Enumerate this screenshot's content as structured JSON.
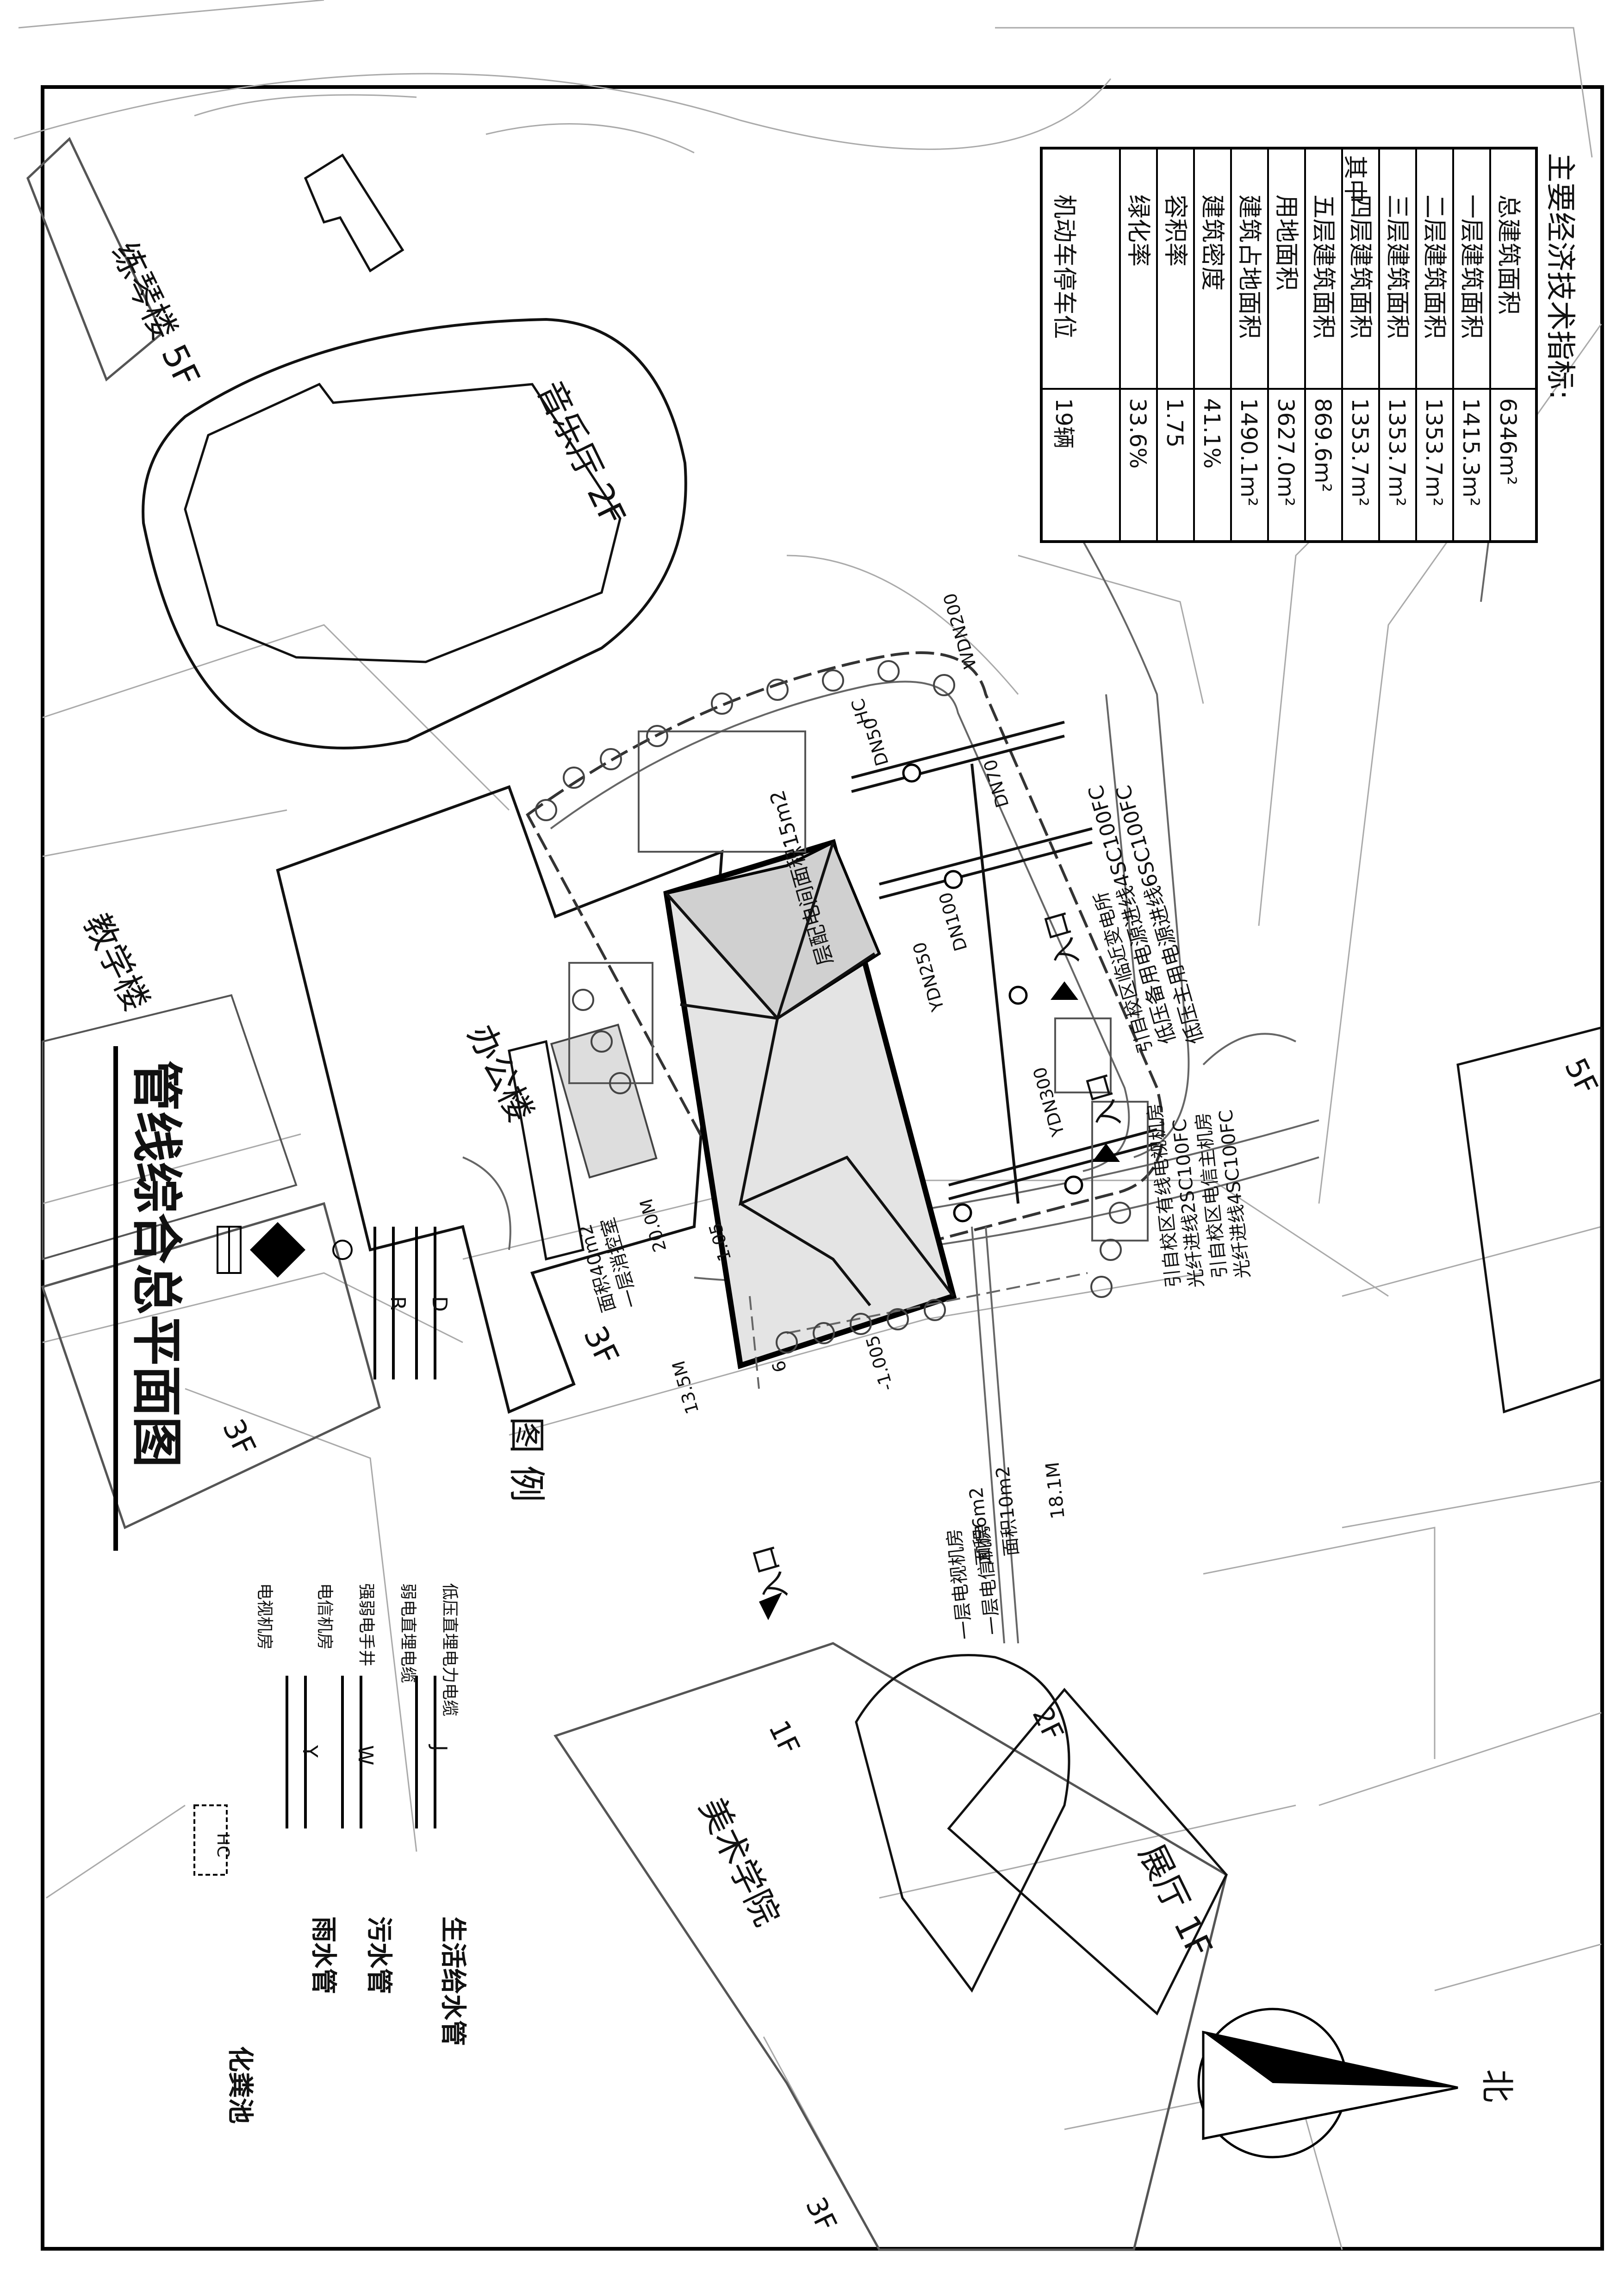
{
  "drawing": {
    "title": "管线综合总平面图",
    "north_label": "北"
  },
  "buildings": {
    "piano": "练琴楼 5F",
    "music": "音乐厅 2F",
    "teaching": "教学楼",
    "teaching_floors": "3F",
    "office": "办公楼",
    "office_floors": "3F",
    "east_floors": "5F",
    "art_college": "美术学院",
    "art_1f": "1F",
    "art_2f": "2F",
    "art_3f": "3F",
    "exhibition": "展厅 1F"
  },
  "site_notes": {
    "entrance_1": "入口",
    "entrance_2": "入口",
    "entrance_3": "入口",
    "dim_20": "20.0M",
    "dim_13": "13.5M",
    "dim_18": "18.1M",
    "dim_6": "6",
    "elev": "-1.005",
    "n105": "1.05",
    "pipe_dn100": "DN100",
    "pipe_dn70": "DN70",
    "pipe_wdn200": "WDN200",
    "pipe_ydn300": "YDN300",
    "pipe_ydn250": "YDN250",
    "pipe_dn50": "DN50",
    "mh_hc": "HC",
    "substation": "层配电间面积15m2",
    "fire_control": "一层消控室",
    "fire_area": "面积40m2",
    "telecom_room": "一层电信机房",
    "telecom_area": "面积10m2",
    "tv_room": "一层电视机房",
    "tv_area": "面积6m2",
    "cable_low": "低压主用电源进线6SC100FC",
    "cable_backup": "低压备用电源进线4SC100FC",
    "cable_low_src": "引自校区临近变电所",
    "cable_fiber": "光纤进线4SC100FC",
    "cable_fiber_src": "引自校区电信主机房",
    "cable_tv": "光纤进线2SC100FC",
    "cable_tv_src": "引自校区有线电视机房"
  },
  "indicators": {
    "title": "主要经济技术指标:",
    "rows": [
      {
        "label": "总建筑面积",
        "value": "6346m²"
      },
      {
        "label": "一层建筑面积",
        "value": "1415.3m²"
      },
      {
        "label": "二层建筑面积",
        "value": "1353.7m²"
      },
      {
        "label": "三层建筑面积",
        "value": "1353.7m²"
      },
      {
        "label": "四层建筑面积",
        "value": "1353.7m²"
      },
      {
        "label": "五层建筑面积",
        "value": "869.6m²"
      },
      {
        "label": "用地面积",
        "value": "3627.0m²"
      },
      {
        "label": "建筑占地面积",
        "value": "1490.1m²"
      },
      {
        "label": "建筑密度",
        "value": "41.1%"
      },
      {
        "label": "容积率",
        "value": "1.75"
      },
      {
        "label": "绿化率",
        "value": "33.6%"
      },
      {
        "label": "机动车停车位",
        "value": "19辆"
      }
    ],
    "group_label": "其中"
  },
  "legend": {
    "title": "图 例",
    "items": [
      {
        "code": "J",
        "label": "生活给水管"
      },
      {
        "code": "W",
        "label": "污水管"
      },
      {
        "code": "Y",
        "label": "雨水管"
      },
      {
        "code": "HC",
        "label": "化粪池"
      },
      {
        "code": "D",
        "label": "低压直埋电力电缆"
      },
      {
        "code": "R",
        "label": "弱电直埋电缆"
      },
      {
        "code": "",
        "label": "强弱电手井"
      },
      {
        "code": "",
        "label": "电信机房"
      },
      {
        "code": "",
        "label": "电视机房"
      }
    ]
  }
}
